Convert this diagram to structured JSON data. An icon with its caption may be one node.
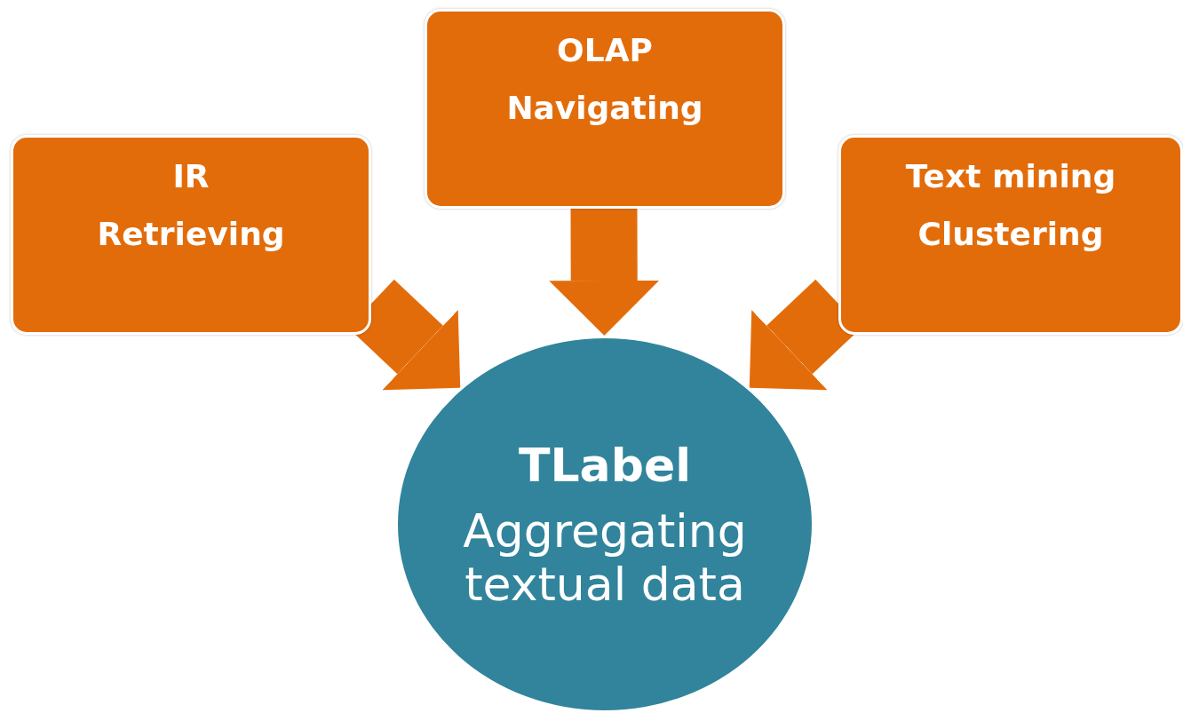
{
  "diagram": {
    "nodes": [
      {
        "text": [
          "IR",
          "Retrieving"
        ]
      },
      {
        "text": [
          "OLAP",
          "Navigating"
        ]
      },
      {
        "text": [
          "Text mining",
          "Clustering"
        ]
      },
      {
        "text": [
          "TLabel",
          "Aggregating textual data"
        ]
      }
    ],
    "edges": [
      {
        "from": 0,
        "to": 3,
        "arrow": "to"
      },
      {
        "from": 1,
        "to": 3,
        "arrow": "to"
      },
      {
        "from": 2,
        "to": 3,
        "arrow": "to"
      }
    ]
  }
}
